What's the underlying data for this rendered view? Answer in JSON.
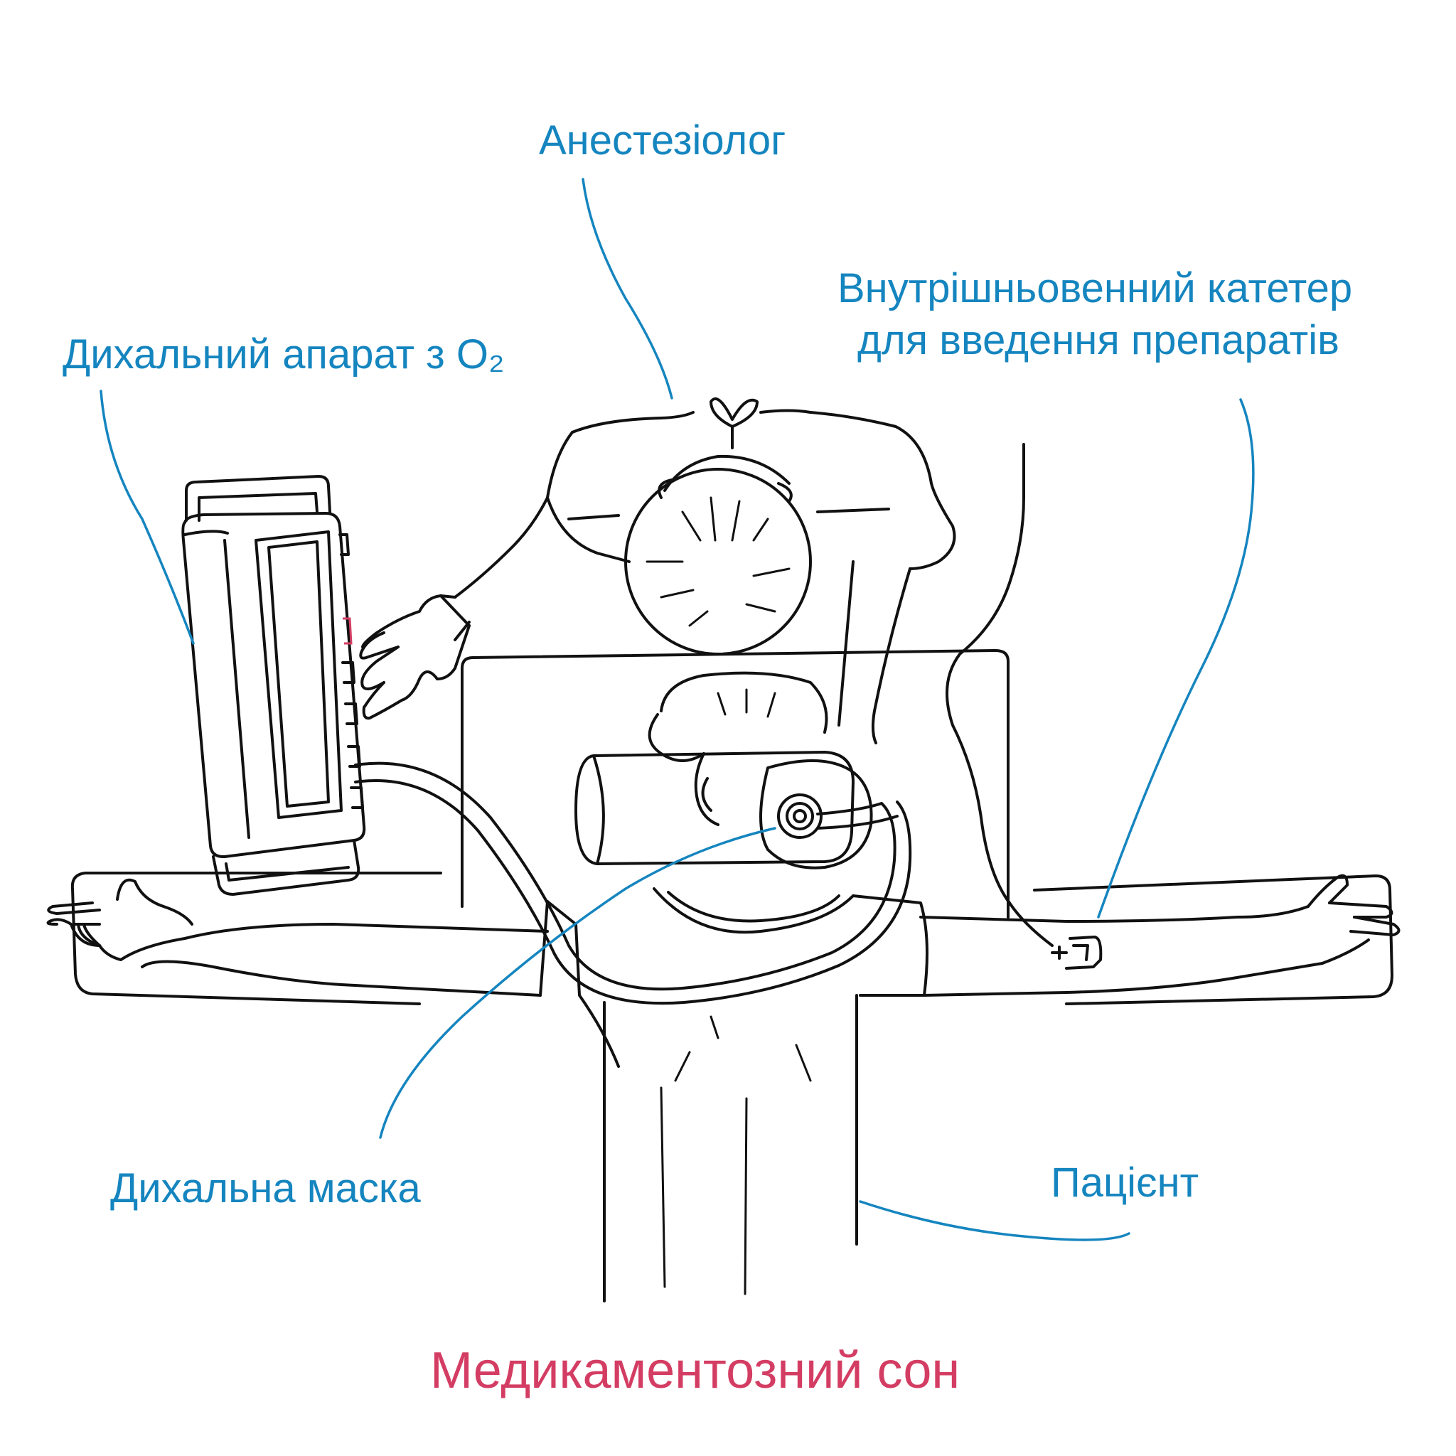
{
  "labels": {
    "anesthesiologist": "Анестезіолог",
    "breathing_apparatus": "Дихальний апарат з O₂",
    "catheter_line1": "Внутрішньовенний катетер",
    "catheter_line2": "для введення препаратів",
    "breathing_mask": "Дихальна маска",
    "patient": "Пацієнт"
  },
  "caption": "Медикаментозний сон",
  "colors": {
    "label": "#1585bf",
    "caption": "#d43d63",
    "ink": "#111111"
  }
}
